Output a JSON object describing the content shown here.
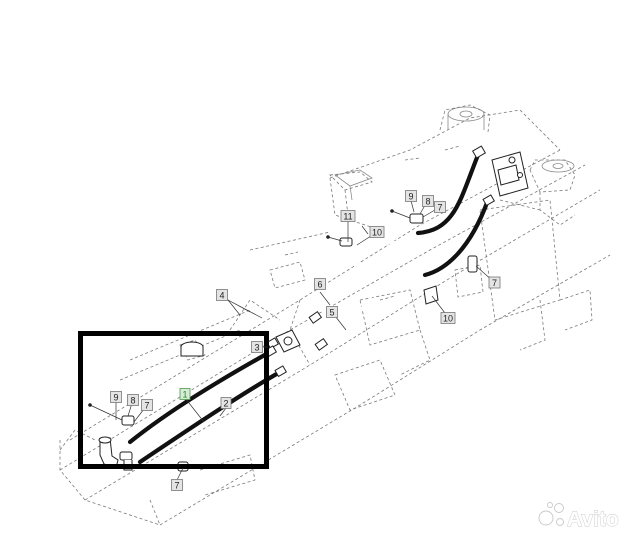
{
  "diagram": {
    "callouts": [
      {
        "id": "c1",
        "label": "1",
        "highlight": true
      },
      {
        "id": "c2",
        "label": "2"
      },
      {
        "id": "c3",
        "label": "3"
      },
      {
        "id": "c4",
        "label": "4"
      },
      {
        "id": "c5",
        "label": "5"
      },
      {
        "id": "c6",
        "label": "6"
      },
      {
        "id": "c7a",
        "label": "7"
      },
      {
        "id": "c7b",
        "label": "7"
      },
      {
        "id": "c7c",
        "label": "7"
      },
      {
        "id": "c8a",
        "label": "8"
      },
      {
        "id": "c8b",
        "label": "8"
      },
      {
        "id": "c9a",
        "label": "9"
      },
      {
        "id": "c9b",
        "label": "9"
      },
      {
        "id": "c10a",
        "label": "10"
      },
      {
        "id": "c10b",
        "label": "10"
      },
      {
        "id": "c11",
        "label": "11"
      }
    ]
  },
  "watermark": {
    "text": "Avito"
  },
  "colors": {
    "detail_frame": "#000000",
    "highlight_callout": "#4a9a4a",
    "line_art": "#222222"
  }
}
